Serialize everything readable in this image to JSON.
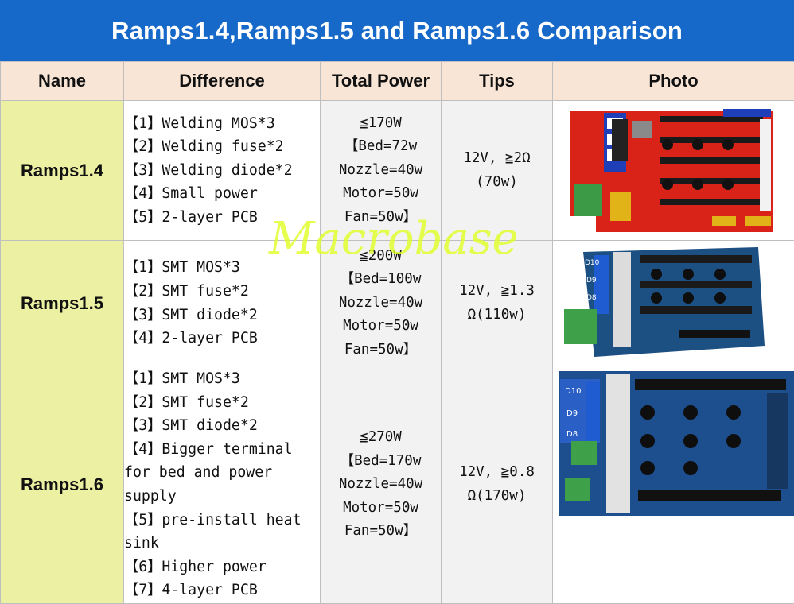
{
  "title": "Ramps1.4,Ramps1.5 and Ramps1.6 Comparison",
  "headers": {
    "name": "Name",
    "difference": "Difference",
    "total_power": "Total Power",
    "tips": "Tips",
    "photo": "Photo"
  },
  "rows": [
    {
      "name": "Ramps1.4",
      "difference": [
        "【1】Welding MOS*3",
        "【2】Welding fuse*2",
        "【3】Welding diode*2",
        "【4】Small power",
        "【5】2-layer PCB"
      ],
      "power": [
        "≦170W",
        "【Bed=72w",
        "Nozzle=40w",
        "Motor=50w",
        "Fan=50w】"
      ],
      "tips": [
        "12V, ≧2Ω",
        "(70w)"
      ]
    },
    {
      "name": "Ramps1.5",
      "difference": [
        "【1】SMT MOS*3",
        "【2】SMT fuse*2",
        "【3】SMT diode*2",
        "【4】2-layer PCB"
      ],
      "power": [
        "≦200W",
        "【Bed=100w",
        "Nozzle=40w",
        "Motor=50w",
        "Fan=50w】"
      ],
      "tips": [
        "12V, ≧1.3",
        "Ω(110w)"
      ]
    },
    {
      "name": "Ramps1.6",
      "difference": [
        "【1】SMT MOS*3",
        "【2】SMT fuse*2",
        "【3】SMT diode*2",
        "【4】Bigger terminal for bed and power supply",
        "【5】pre-install heat sink",
        "【6】Higher power",
        "【7】4-layer PCB"
      ],
      "power": [
        "≦270W",
        "【Bed=170w",
        "Nozzle=40w",
        "Motor=50w",
        "Fan=50w】"
      ],
      "tips": [
        "12V, ≧0.8",
        "Ω(170w)"
      ]
    }
  ],
  "board_labels": {
    "d10": "D10",
    "d9": "D9",
    "d8": "D8"
  },
  "watermark": "Macrobase",
  "colors": {
    "title_bg": "#1769c9",
    "header_bg": "#f8e5d6",
    "name_bg": "#ebf0a2",
    "cell_bg": "#f2f2f2",
    "watermark": "#e1ff28"
  }
}
